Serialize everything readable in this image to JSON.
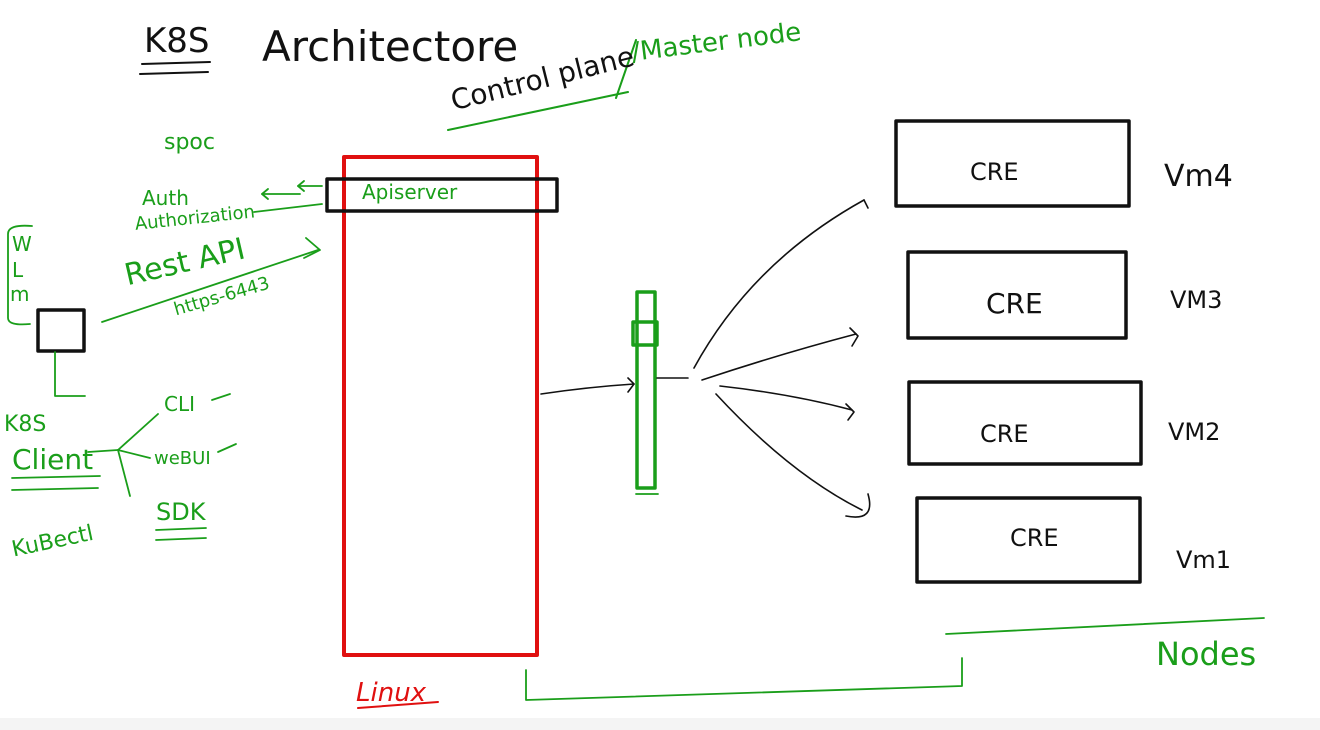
{
  "colors": {
    "ink": "#111111",
    "green": "#1a9e1a",
    "red": "#e01010"
  },
  "title": {
    "k8s": "K8S",
    "architecture": "Architectore"
  },
  "control_plane": {
    "label": "Control plane",
    "slash_label": "/Master node"
  },
  "left_labels": {
    "spoc": "spoc",
    "auth": "Auth",
    "authorization": "Authorization",
    "rest_api": "Rest API",
    "https": "https-6443",
    "wlm_w": "W",
    "wlm_l": "L",
    "wlm_m": "m"
  },
  "client": {
    "k8s": "K8S",
    "client": "Client",
    "kubectl": "KuBectl"
  },
  "interfaces": {
    "cli": "CLI",
    "webui": "weBUI",
    "sdk": "SDK"
  },
  "apiserver": "Apiserver",
  "linux": "Linux",
  "nodes_label": "Nodes",
  "nodes": [
    {
      "cre": "CRE",
      "vm": "Vm4"
    },
    {
      "cre": "CRE",
      "vm": "VM3"
    },
    {
      "cre": "CRE",
      "vm": "VM2"
    },
    {
      "cre": "CRE",
      "vm": "Vm1"
    }
  ]
}
